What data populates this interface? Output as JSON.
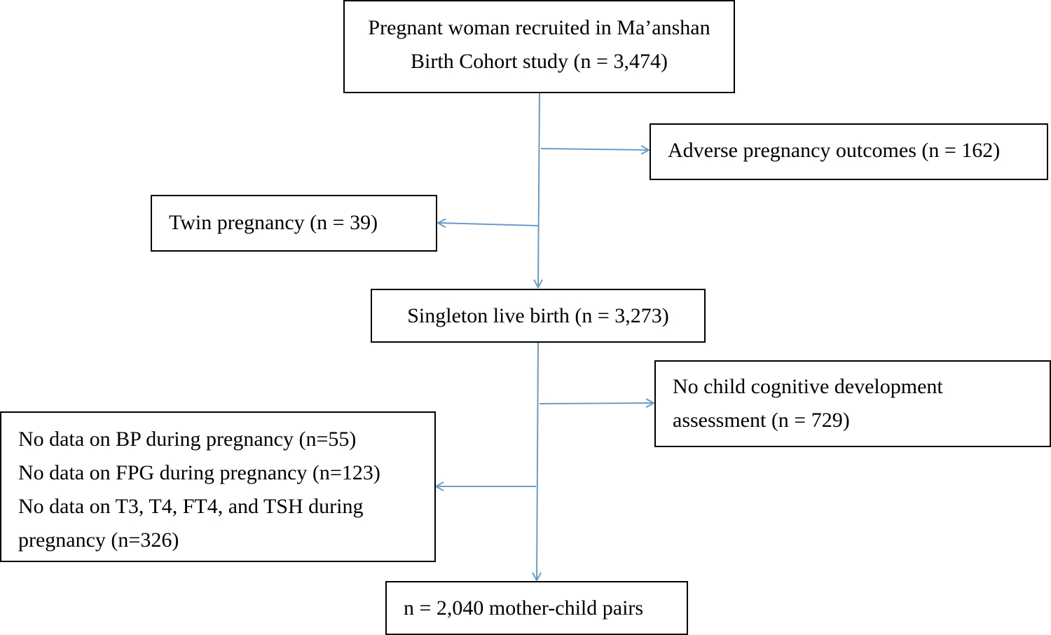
{
  "boxes": {
    "recruited": [
      "Pregnant woman recruited in Ma’anshan",
      "Birth Cohort study (n = 3,474)"
    ],
    "adverse": [
      "Adverse pregnancy outcomes (n = 162)"
    ],
    "twin": [
      "Twin pregnancy (n = 39)"
    ],
    "singleton": [
      "Singleton live birth (n = 3,273)"
    ],
    "no_cognitive": [
      "No child cognitive development",
      "assessment (n = 729)"
    ],
    "no_data": [
      "No data on BP during pregnancy (n=55)",
      "No data on FPG during pregnancy (n=123)",
      "No data on T3, T4, FT4, and TSH during",
      "pregnancy (n=326)"
    ],
    "final": [
      "n = 2,040 mother-child pairs"
    ]
  },
  "colors": {
    "arrow": "#6a9cc9",
    "border": "#000000"
  }
}
